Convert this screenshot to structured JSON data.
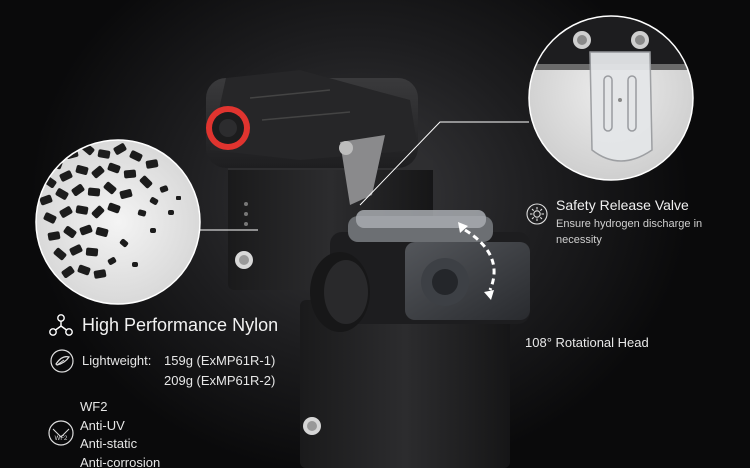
{
  "features": {
    "material": {
      "title": "High Performance Nylon",
      "icon": "molecule-icon"
    },
    "weight": {
      "label": "Lightweight:",
      "line1": "159g (ExMP61R-1)",
      "line2": "209g (ExMP61R-2)",
      "icon": "feather-icon"
    },
    "protection": {
      "items": [
        "WF2",
        "Anti-UV",
        "Anti-static",
        "Anti-corrosion"
      ],
      "icon": "wf2-badge-icon",
      "icon_text": "WF2"
    },
    "valve": {
      "title": "Safety Release Valve",
      "description": "Ensure hydrogen discharge in necessity",
      "icon": "gear-icon"
    },
    "rotation": {
      "title": "108° Rotational Head"
    }
  },
  "colors": {
    "accent_red": "#e0342f",
    "text": "#e6e6e6",
    "background": "#0b0b0c"
  }
}
